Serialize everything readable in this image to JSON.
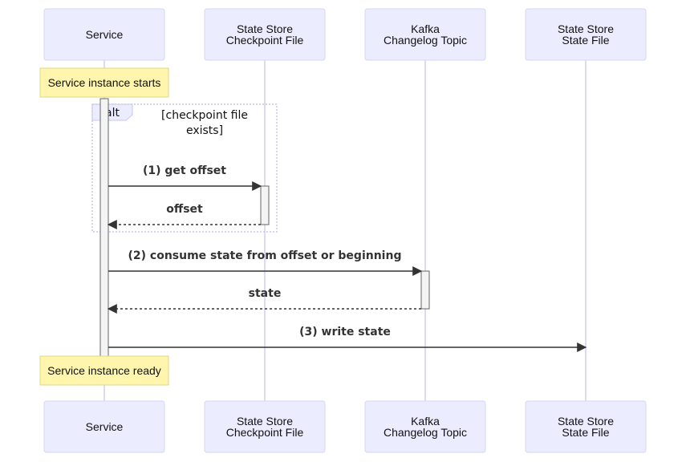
{
  "participants": [
    {
      "id": "service",
      "label_lines": [
        "Service"
      ]
    },
    {
      "id": "checkpoint",
      "label_lines": [
        "State Store",
        "Checkpoint File"
      ]
    },
    {
      "id": "kafka",
      "label_lines": [
        "Kafka",
        "Changelog Topic"
      ]
    },
    {
      "id": "statefile",
      "label_lines": [
        "State Store",
        "State File"
      ]
    }
  ],
  "notes": {
    "start": "Service instance starts",
    "ready": "Service instance ready"
  },
  "alt_block": {
    "keyword": "alt",
    "condition_lines": [
      "[checkpoint file",
      "exists]"
    ]
  },
  "messages": [
    {
      "id": "get-offset",
      "text": "(1) get offset",
      "from": "service",
      "to": "checkpoint",
      "style": "solid"
    },
    {
      "id": "offset-reply",
      "text": "offset",
      "from": "checkpoint",
      "to": "service",
      "style": "dashed"
    },
    {
      "id": "consume-state",
      "text": "(2) consume state from offset or beginning",
      "from": "service",
      "to": "kafka",
      "style": "solid"
    },
    {
      "id": "state-reply",
      "text": "state",
      "from": "kafka",
      "to": "service",
      "style": "dashed"
    },
    {
      "id": "write-state",
      "text": "(3) write state",
      "from": "service",
      "to": "statefile",
      "style": "solid"
    }
  ],
  "colors": {
    "actor_fill": "#ECECFF",
    "note_fill": "#FFF5AD",
    "line": "#333333",
    "lifeline": "#D2CDEE"
  }
}
